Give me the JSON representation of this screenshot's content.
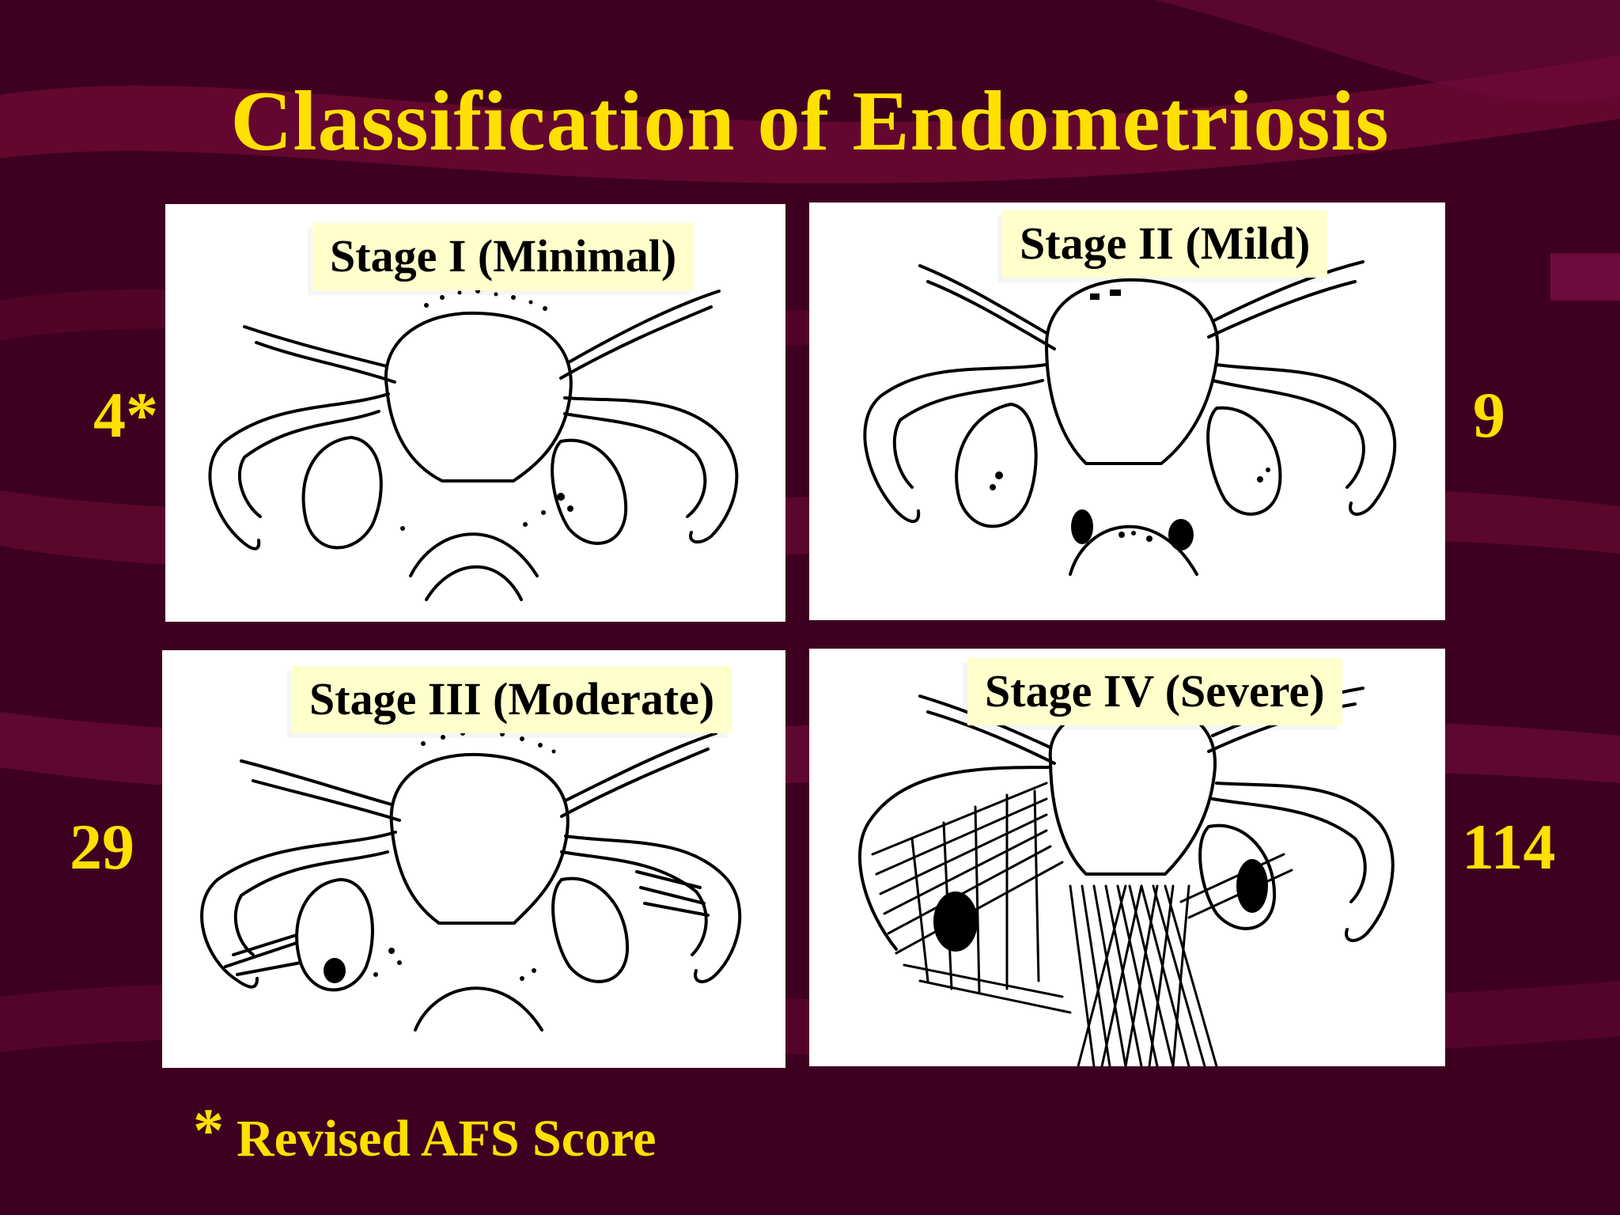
{
  "slide": {
    "title": "Classification of Endometriosis",
    "colors": {
      "background": "#3e0020",
      "band": "#7a0a3e",
      "accent_text": "#ffe000",
      "label_box": "#ffffcc",
      "panel": "#ffffff",
      "ink": "#000000"
    }
  },
  "stages": [
    {
      "label": "Stage I (Minimal)",
      "score": "4*"
    },
    {
      "label": "Stage II (Mild)",
      "score": "9"
    },
    {
      "label": "Stage III (Moderate)",
      "score": "29"
    },
    {
      "label": "Stage IV (Severe)",
      "score": "114"
    }
  ],
  "footnote": {
    "marker": "*",
    "text": "Revised AFS Score"
  }
}
